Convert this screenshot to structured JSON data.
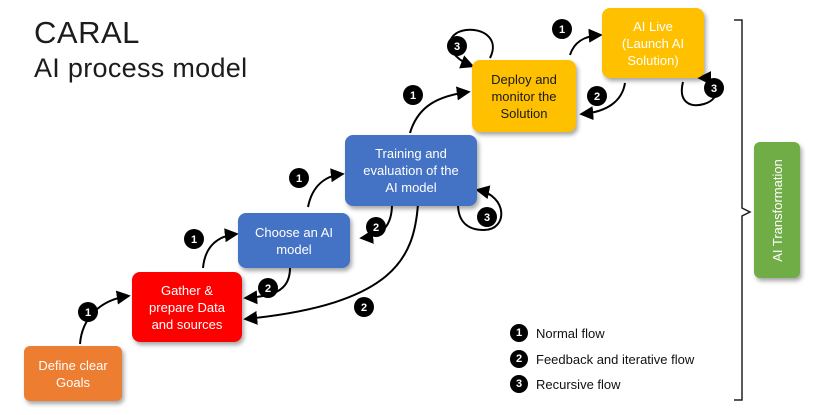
{
  "title": {
    "main": "CARAL",
    "sub": "AI process model"
  },
  "steps": [
    {
      "id": "define",
      "label": "Define clear\nGoals",
      "color": "#ed7d31",
      "text_color": "#ffffff"
    },
    {
      "id": "gather",
      "label": "Gather  &\nprepare Data\nand sources",
      "color": "#ff0000",
      "text_color": "#ffffff"
    },
    {
      "id": "choose",
      "label": "Choose an AI\nmodel",
      "color": "#4472c4",
      "text_color": "#ffffff"
    },
    {
      "id": "training",
      "label": "Training and\nevaluation of the\nAI model",
      "color": "#4472c4",
      "text_color": "#ffffff"
    },
    {
      "id": "deploy",
      "label": "Deploy and\nmonitor the\nSolution",
      "color": "#ffc000",
      "text_color": "#1a1a1a"
    },
    {
      "id": "live",
      "label": "AI Live\n(Launch AI\nSolution)",
      "color": "#ffc000",
      "text_color": "#ffffff"
    }
  ],
  "flow_markers": [
    "1",
    "2",
    "3"
  ],
  "legend": [
    {
      "number": "1",
      "label": "Normal flow"
    },
    {
      "number": "2",
      "label": "Feedback and iterative flow"
    },
    {
      "number": "3",
      "label": "Recursive flow"
    }
  ],
  "transformation": {
    "label": "AI Transformation",
    "color": "#70ad47"
  }
}
